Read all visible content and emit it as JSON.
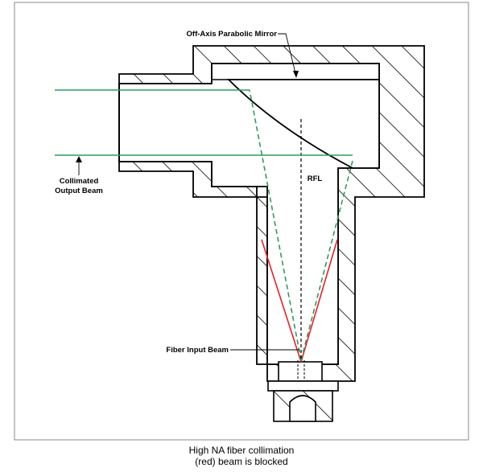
{
  "labels": {
    "mirror": "Off-Axis Parabolic Mirror",
    "rfl": "RFL",
    "output_line1": "Collimated",
    "output_line2": "Output Beam",
    "fiber": "Fiber Input Beam"
  },
  "caption": {
    "line1": "High NA fiber collimation",
    "line2": "(red) beam is blocked"
  },
  "colors": {
    "outline": "#000000",
    "border": "#888888",
    "collimated_beam": "#2a9d5c",
    "blocked_beam": "#e8202a",
    "rfl_line": "#000000"
  }
}
